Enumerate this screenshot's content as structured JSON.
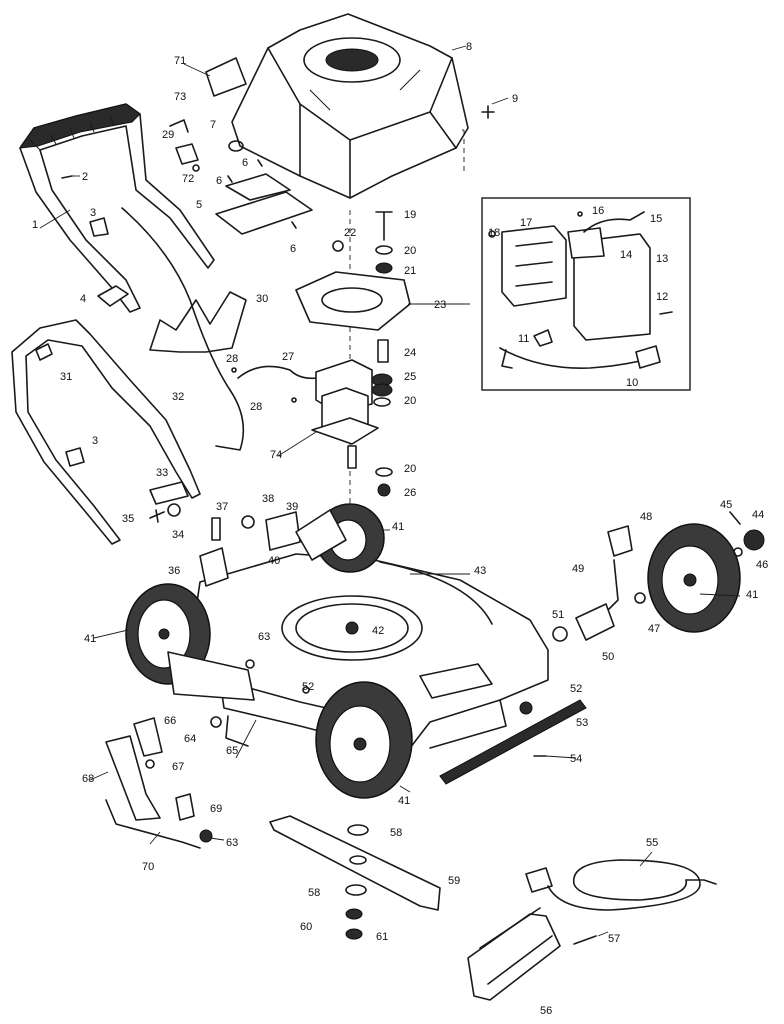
{
  "callouts": {
    "c1": "1",
    "c2": "2",
    "c3a": "3",
    "c3b": "3",
    "c4": "4",
    "c5": "5",
    "c6a": "6",
    "c6b": "6",
    "c6c": "6",
    "c7": "7",
    "c8": "8",
    "c9": "9",
    "c10": "10",
    "c11": "11",
    "c12": "12",
    "c13": "13",
    "c14": "14",
    "c15": "15",
    "c16": "16",
    "c17": "17",
    "c18a": "18",
    "c19": "19",
    "c20a": "20",
    "c20b": "20",
    "c20c": "20",
    "c21": "21",
    "c22": "22",
    "c23": "23",
    "c24": "24",
    "c25": "25",
    "c26": "26",
    "c27": "27",
    "c28a": "28",
    "c28b": "28",
    "c29": "29",
    "c30": "30",
    "c31": "31",
    "c32": "32",
    "c33": "33",
    "c34": "34",
    "c35": "35",
    "c36": "36",
    "c37": "37",
    "c38": "38",
    "c39": "39",
    "c40": "40",
    "c41a": "41",
    "c41b": "41",
    "c41c": "41",
    "c41d": "41",
    "c42": "42",
    "c43": "43",
    "c44": "44",
    "c45": "45",
    "c46": "46",
    "c47": "47",
    "c48": "48",
    "c49": "49",
    "c50": "50",
    "c51": "51",
    "c52a": "52",
    "c52b": "52",
    "c53": "53",
    "c54": "54",
    "c55": "55",
    "c56": "56",
    "c57": "57",
    "c58a": "58",
    "c58b": "58",
    "c59": "59",
    "c60": "60",
    "c61": "61",
    "c63a": "63",
    "c63b": "63",
    "c64": "64",
    "c65": "65",
    "c66": "66",
    "c67": "67",
    "c68": "68",
    "c69": "69",
    "c70": "70",
    "c71": "71",
    "c72": "72",
    "c73": "73",
    "c74": "74"
  }
}
